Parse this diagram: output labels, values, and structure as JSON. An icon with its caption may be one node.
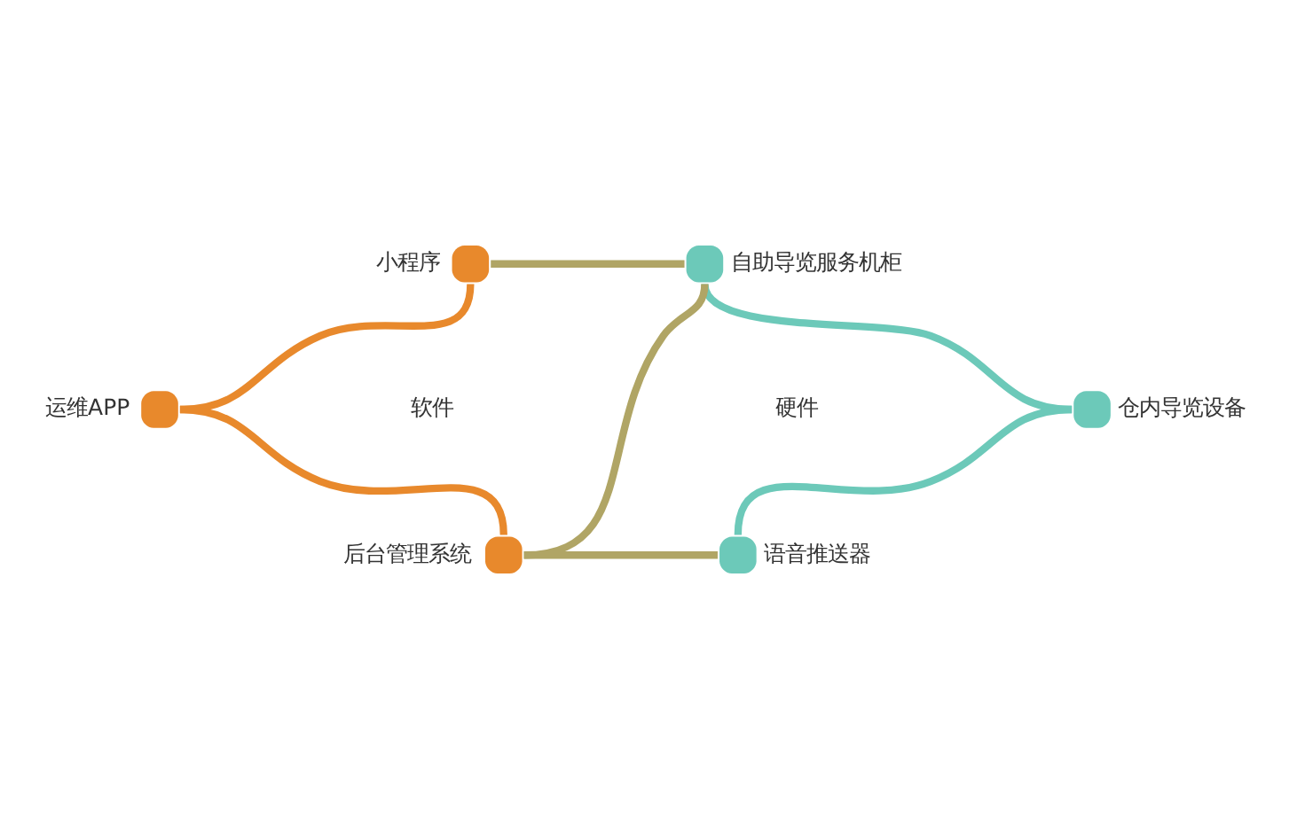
{
  "diagram": {
    "nodes": [
      {
        "text": [
          "小程序"
        ]
      },
      {
        "text": [
          "自助导览服务机柜"
        ]
      },
      {
        "text": [
          "运维APP"
        ]
      },
      {
        "text": [
          "仓内导览设备"
        ]
      },
      {
        "text": [
          "后台管理系统"
        ]
      },
      {
        "text": [
          "语音推送器"
        ]
      }
    ],
    "edges": [
      {
        "from": 0,
        "to": 1,
        "arrow": "none",
        "color": "#b0a565"
      },
      {
        "from": 1,
        "to": 3,
        "arrow": "none",
        "color": "#6cc9b9"
      },
      {
        "from": 3,
        "to": 5,
        "arrow": "none",
        "color": "#6cc9b9"
      },
      {
        "from": 4,
        "to": 5,
        "arrow": "none",
        "color": "#b0a565"
      },
      {
        "from": 2,
        "to": 4,
        "arrow": "none",
        "color": "#e8892c"
      },
      {
        "from": 0,
        "to": 2,
        "arrow": "none",
        "color": "#e8892c"
      },
      {
        "from": 4,
        "to": 1,
        "arrow": "none",
        "color": "#b0a565"
      }
    ],
    "labels": [
      "软件",
      "硬件"
    ]
  }
}
